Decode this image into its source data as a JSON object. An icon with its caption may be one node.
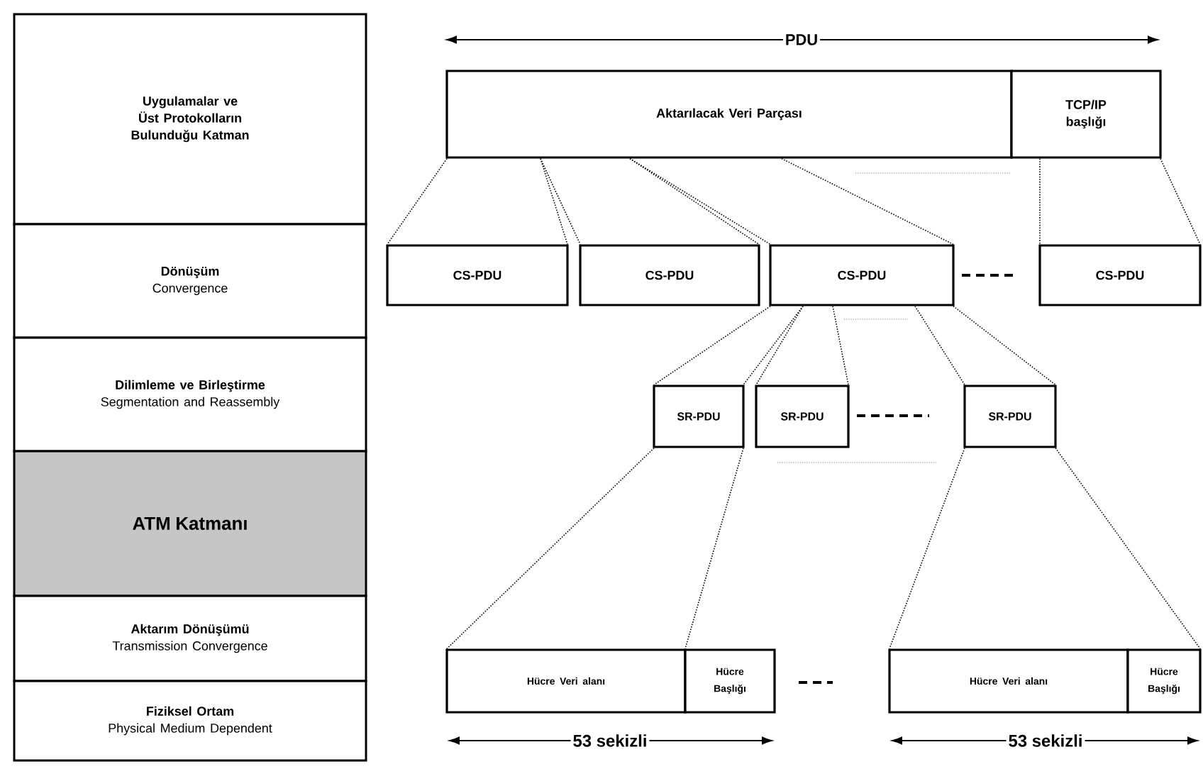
{
  "diagram": {
    "nodes": [
      {
        "text": [
          "Uygulamalar ve Üst Protokolların Bulunduğu Katman"
        ]
      },
      {
        "text": [
          "Dönüşüm",
          "Convergence"
        ]
      },
      {
        "text": [
          "Dilimleme ve Birleştirme",
          "Segmentation and Reassembly"
        ]
      },
      {
        "text": [
          "ATM Katmanı"
        ]
      },
      {
        "text": [
          "Aktarım Dönüşümü",
          "Transmission Convergence"
        ]
      },
      {
        "text": [
          "Fiziksel Ortam",
          "Physical Medium Dependent"
        ]
      },
      {
        "text": [
          "Aktarılacak Veri Parçası"
        ]
      },
      {
        "text": [
          "TCP/IP başlığı"
        ]
      },
      {
        "text": [
          "CS-PDU"
        ]
      },
      {
        "text": [
          "CS-PDU"
        ]
      },
      {
        "text": [
          "CS-PDU"
        ]
      },
      {
        "text": [
          "CS-PDU"
        ]
      },
      {
        "text": [
          "SR-PDU"
        ]
      },
      {
        "text": [
          "SR-PDU"
        ]
      },
      {
        "text": [
          "SR-PDU"
        ]
      },
      {
        "text": [
          "Hücre Veri alanı"
        ]
      },
      {
        "text": [
          "Hücre Başlığı"
        ]
      },
      {
        "text": [
          "Hücre Veri alanı"
        ]
      },
      {
        "text": [
          "Hücre Başlığı"
        ]
      }
    ],
    "edges": [
      {
        "from": 6,
        "to": 8,
        "arrow": "none"
      },
      {
        "from": 6,
        "to": 8,
        "arrow": "none"
      },
      {
        "from": 6,
        "to": 9,
        "arrow": "none"
      },
      {
        "from": 6,
        "to": 9,
        "arrow": "none"
      },
      {
        "from": 6,
        "to": 10,
        "arrow": "none"
      },
      {
        "from": 6,
        "to": 10,
        "arrow": "none"
      },
      {
        "from": 7,
        "to": 11,
        "arrow": "none"
      },
      {
        "from": 7,
        "to": 11,
        "arrow": "none"
      },
      {
        "from": 10,
        "to": 12,
        "arrow": "none"
      },
      {
        "from": 10,
        "to": 12,
        "arrow": "none"
      },
      {
        "from": 10,
        "to": 13,
        "arrow": "none"
      },
      {
        "from": 10,
        "to": 13,
        "arrow": "none"
      },
      {
        "from": 10,
        "to": 14,
        "arrow": "none"
      },
      {
        "from": 10,
        "to": 14,
        "arrow": "none"
      },
      {
        "from": 12,
        "to": 15,
        "arrow": "none"
      },
      {
        "from": 12,
        "to": 15,
        "arrow": "none"
      },
      {
        "from": 14,
        "to": 17,
        "arrow": "none"
      },
      {
        "from": 14,
        "to": 18,
        "arrow": "none"
      }
    ],
    "labels": [
      "PDU",
      "53 sekizli",
      "53 sekizli"
    ]
  }
}
